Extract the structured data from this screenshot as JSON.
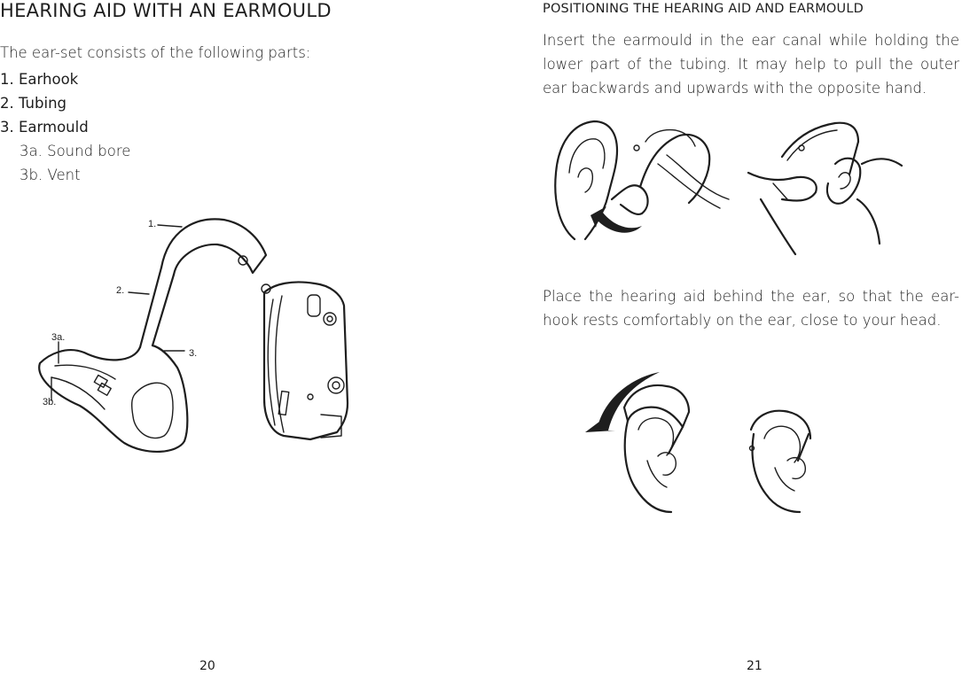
{
  "left_page": {
    "title": "HEARING AID WITH AN EARMOULD",
    "intro": "The ear-set consists of the following parts:",
    "parts": [
      "1.  Earhook",
      "2. Tubing",
      "3. Earmould",
      "3a. Sound bore",
      "3b. Vent"
    ],
    "diagram_labels": {
      "l1": "1.",
      "l2": "2.",
      "l3": "3.",
      "l3a": "3a.",
      "l3b": "3b."
    },
    "page_number": "20"
  },
  "right_page": {
    "title": "POSITIONING THE HEARING AID AND EARMOULD",
    "para1": "Insert the earmould in the ear canal while holding the lower part of the tubing. It may help to pull the outer ear backwards and upwards with the opposite hand.",
    "para2": "Place the hearing aid behind the ear, so that the ear-hook rests comfortably on the ear, close to your head.",
    "page_number": "21"
  }
}
